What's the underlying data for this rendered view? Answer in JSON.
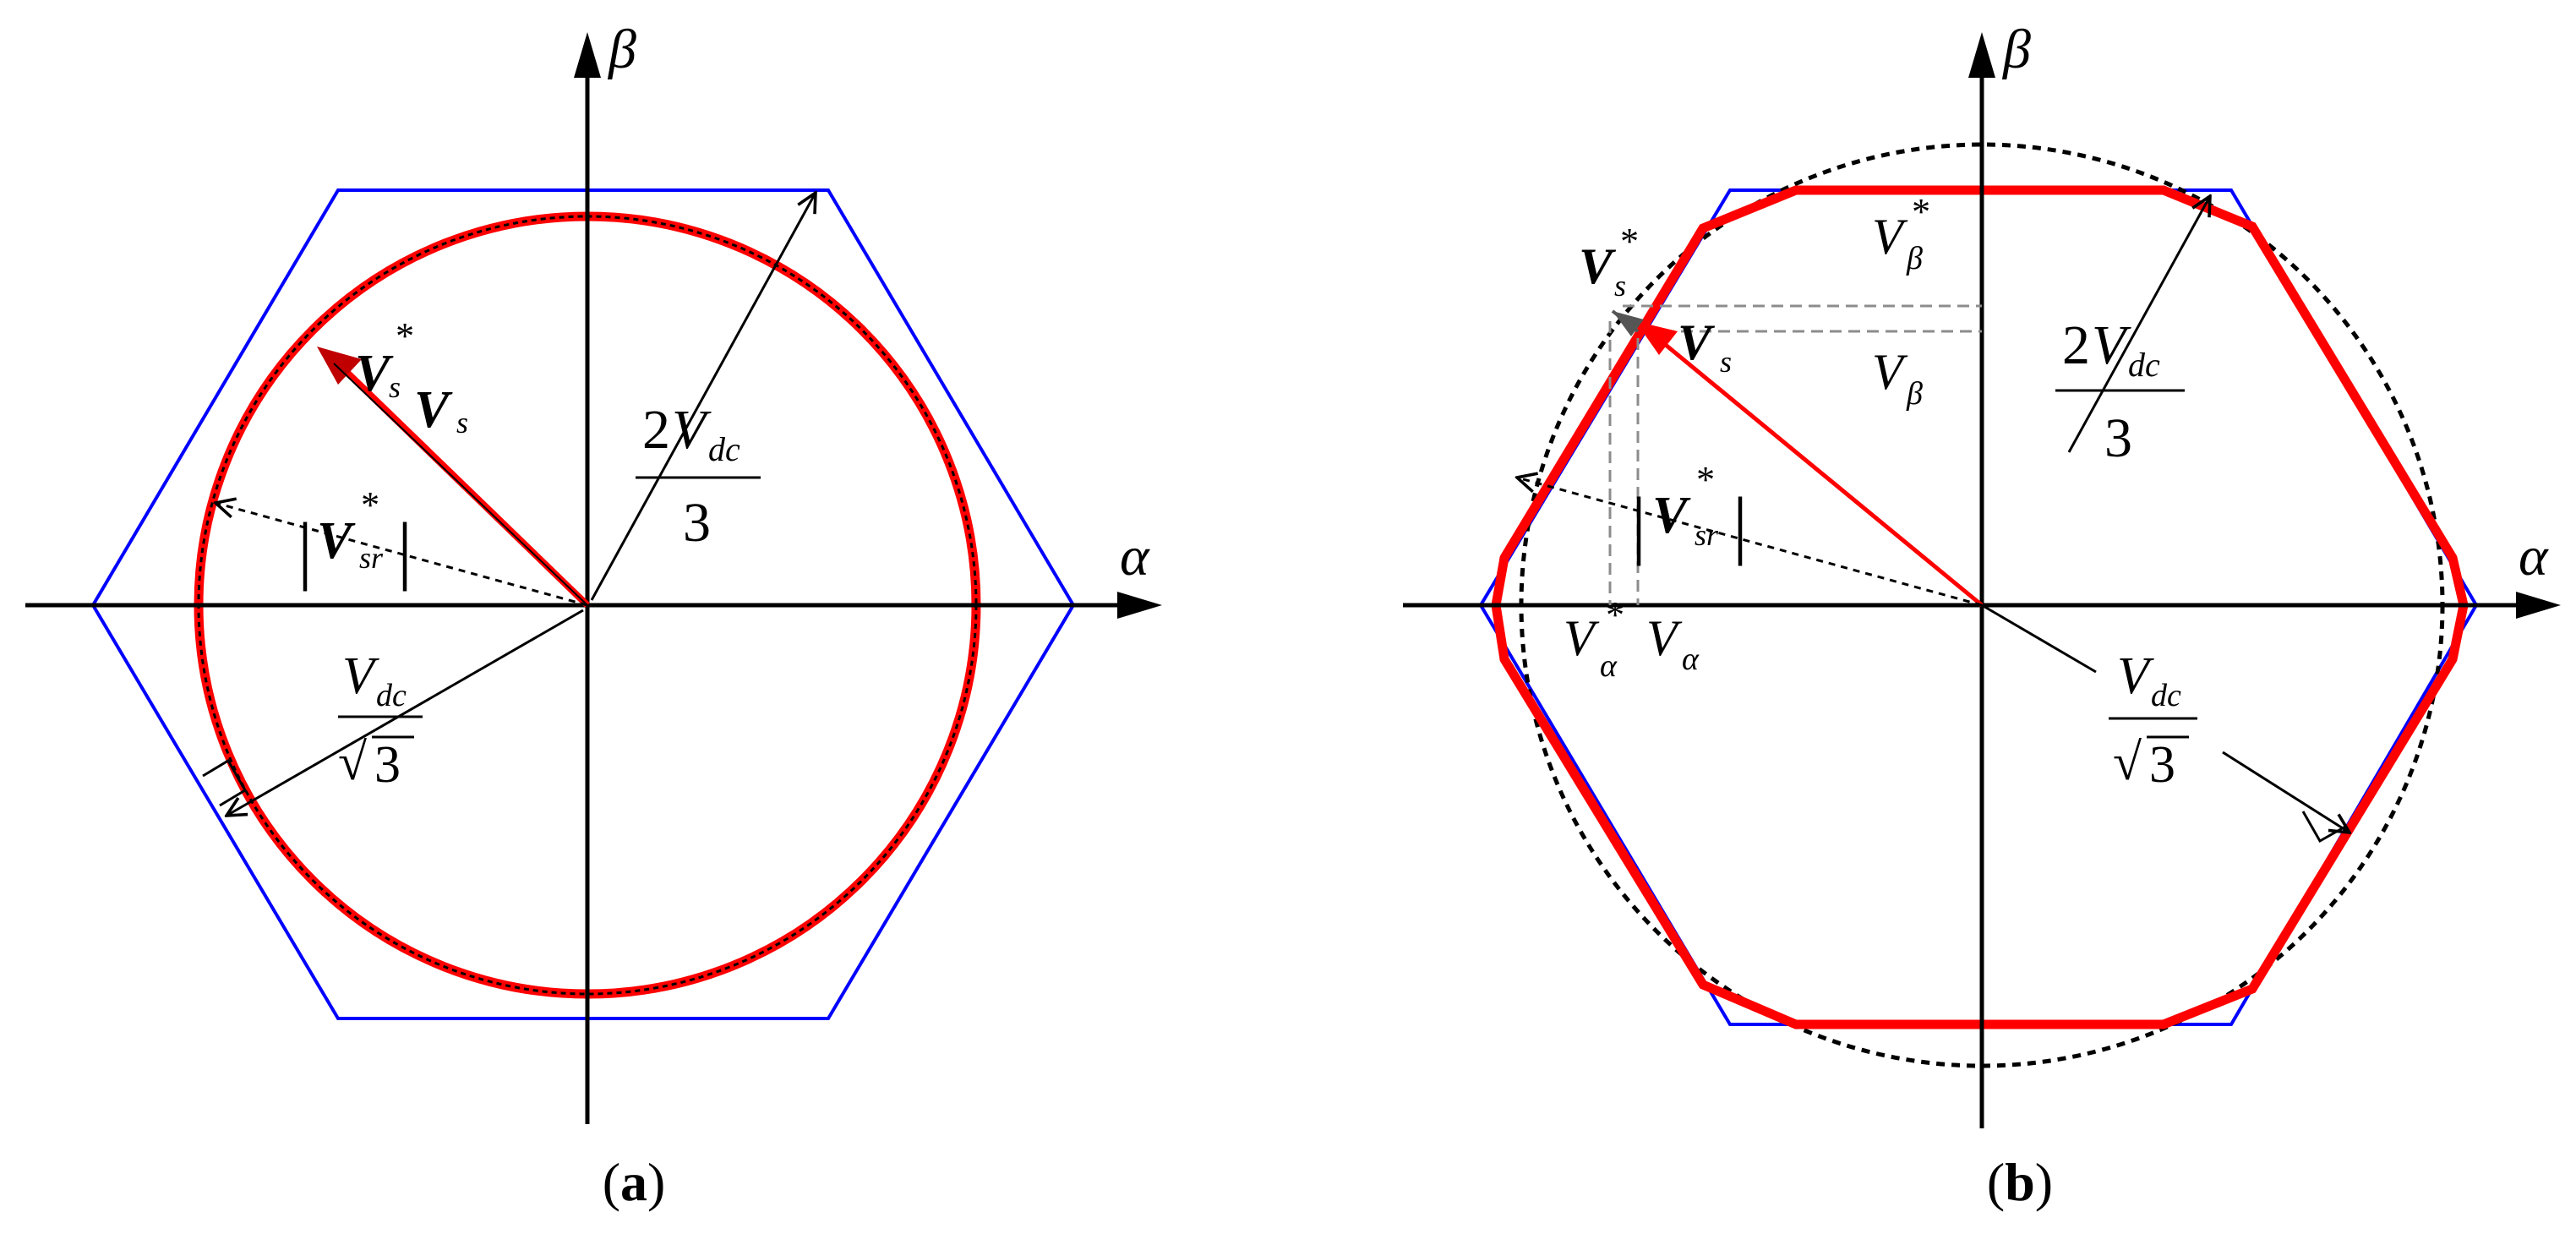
{
  "colors": {
    "hexagon": "#0000ff",
    "circle_and_vector": "#ff0000",
    "axis": "#000000",
    "projection_lines": "#8c8c8c"
  },
  "symbols": {
    "alpha": "α",
    "beta": "β",
    "V": "V",
    "star": "*",
    "sub_s": "s",
    "sub_sr": "sr",
    "sub_dc": "dc",
    "sub_alpha": "α",
    "sub_beta": "β",
    "two": "2",
    "three": "3",
    "sqrt": "√",
    "bar": "|"
  },
  "panels": [
    {
      "caption_open": "(",
      "caption_letter": "a",
      "caption_close": ")"
    },
    {
      "caption_open": "(",
      "caption_letter": "b",
      "caption_close": ")"
    }
  ]
}
